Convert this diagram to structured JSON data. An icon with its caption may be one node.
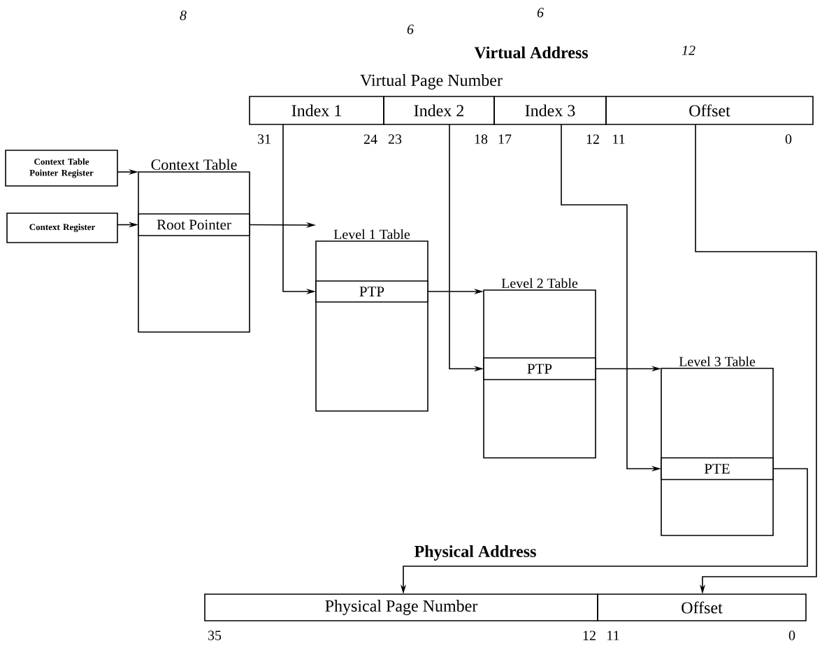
{
  "diagram": {
    "nodes": [
      {
        "text": [
          "Index 1"
        ]
      },
      {
        "text": [
          "Index 2"
        ]
      },
      {
        "text": [
          "Index 3"
        ]
      },
      {
        "text": [
          "Offset"
        ]
      },
      {
        "text": [
          "Context Table Pointer Register"
        ]
      },
      {
        "text": [
          "Context Register"
        ]
      },
      {
        "text": [
          "Context Table"
        ]
      },
      {
        "text": [
          "Root Pointer"
        ],
        "in": 6
      },
      {
        "text": [
          "Level 1 Table"
        ]
      },
      {
        "text": [
          "PTP"
        ],
        "in": 8
      },
      {
        "text": [
          "Level 2 Table"
        ]
      },
      {
        "text": [
          "PTP"
        ],
        "in": 10
      },
      {
        "text": [
          "Level 3 Table"
        ]
      },
      {
        "text": [
          "PTE"
        ],
        "in": 12
      },
      {
        "text": [
          "Physical Page Number"
        ]
      },
      {
        "text": [
          "Offset"
        ]
      }
    ],
    "edges": [
      {
        "from": 4,
        "to": 6,
        "arrow": "to"
      },
      {
        "from": 5,
        "to": 7,
        "arrow": "to"
      },
      {
        "from": 7,
        "to": 8,
        "arrow": "to"
      },
      {
        "from": 0,
        "to": 9,
        "arrow": "to"
      },
      {
        "from": 9,
        "to": 10,
        "arrow": "to"
      },
      {
        "from": 1,
        "to": 11,
        "arrow": "to"
      },
      {
        "from": 11,
        "to": 12,
        "arrow": "to"
      },
      {
        "from": 2,
        "to": 13,
        "arrow": "to"
      },
      {
        "from": 13,
        "to": 14,
        "arrow": "to"
      },
      {
        "from": 3,
        "to": 15,
        "arrow": "to"
      }
    ],
    "labels": [
      "8",
      "6",
      "6",
      "Virtual Address",
      "12",
      "Virtual Page Number",
      "31",
      "24",
      "23",
      "18",
      "17",
      "12",
      "11",
      "0",
      "Physical Address",
      "35",
      "12",
      "11",
      "0"
    ]
  }
}
